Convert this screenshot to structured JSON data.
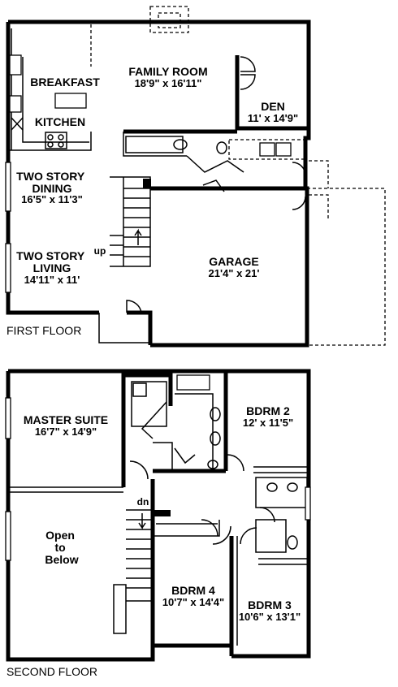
{
  "first_floor": {
    "caption": "FIRST FLOOR",
    "rooms": [
      {
        "id": "family-room",
        "name": "FAMILY ROOM",
        "size": "18'9\" x 16'11\""
      },
      {
        "id": "breakfast",
        "name": "BREAKFAST",
        "size": ""
      },
      {
        "id": "kitchen",
        "name": "KITCHEN",
        "size": ""
      },
      {
        "id": "den",
        "name": "DEN",
        "size": "11' x 14'9\""
      },
      {
        "id": "dining",
        "name": "TWO STORY DINING",
        "size": "16'5\" x 11'3\""
      },
      {
        "id": "living",
        "name": "TWO STORY LIVING",
        "size": "14'11\" x 11'"
      },
      {
        "id": "garage",
        "name": "GARAGE",
        "size": "21'4\" x 21'"
      }
    ],
    "stair_label": "up"
  },
  "second_floor": {
    "caption": "SECOND FLOOR",
    "rooms": [
      {
        "id": "master",
        "name": "MASTER SUITE",
        "size": "16'7\" x 14'9\""
      },
      {
        "id": "bdrm2",
        "name": "BDRM 2",
        "size": "12' x 11'5\""
      },
      {
        "id": "open",
        "name": "Open to Below",
        "size": ""
      },
      {
        "id": "bdrm4",
        "name": "BDRM 4",
        "size": "10'7\" x 14'4\""
      },
      {
        "id": "bdrm3",
        "name": "BDRM 3",
        "size": "10'6\" x 13'1\""
      }
    ],
    "stair_label": "dn"
  }
}
